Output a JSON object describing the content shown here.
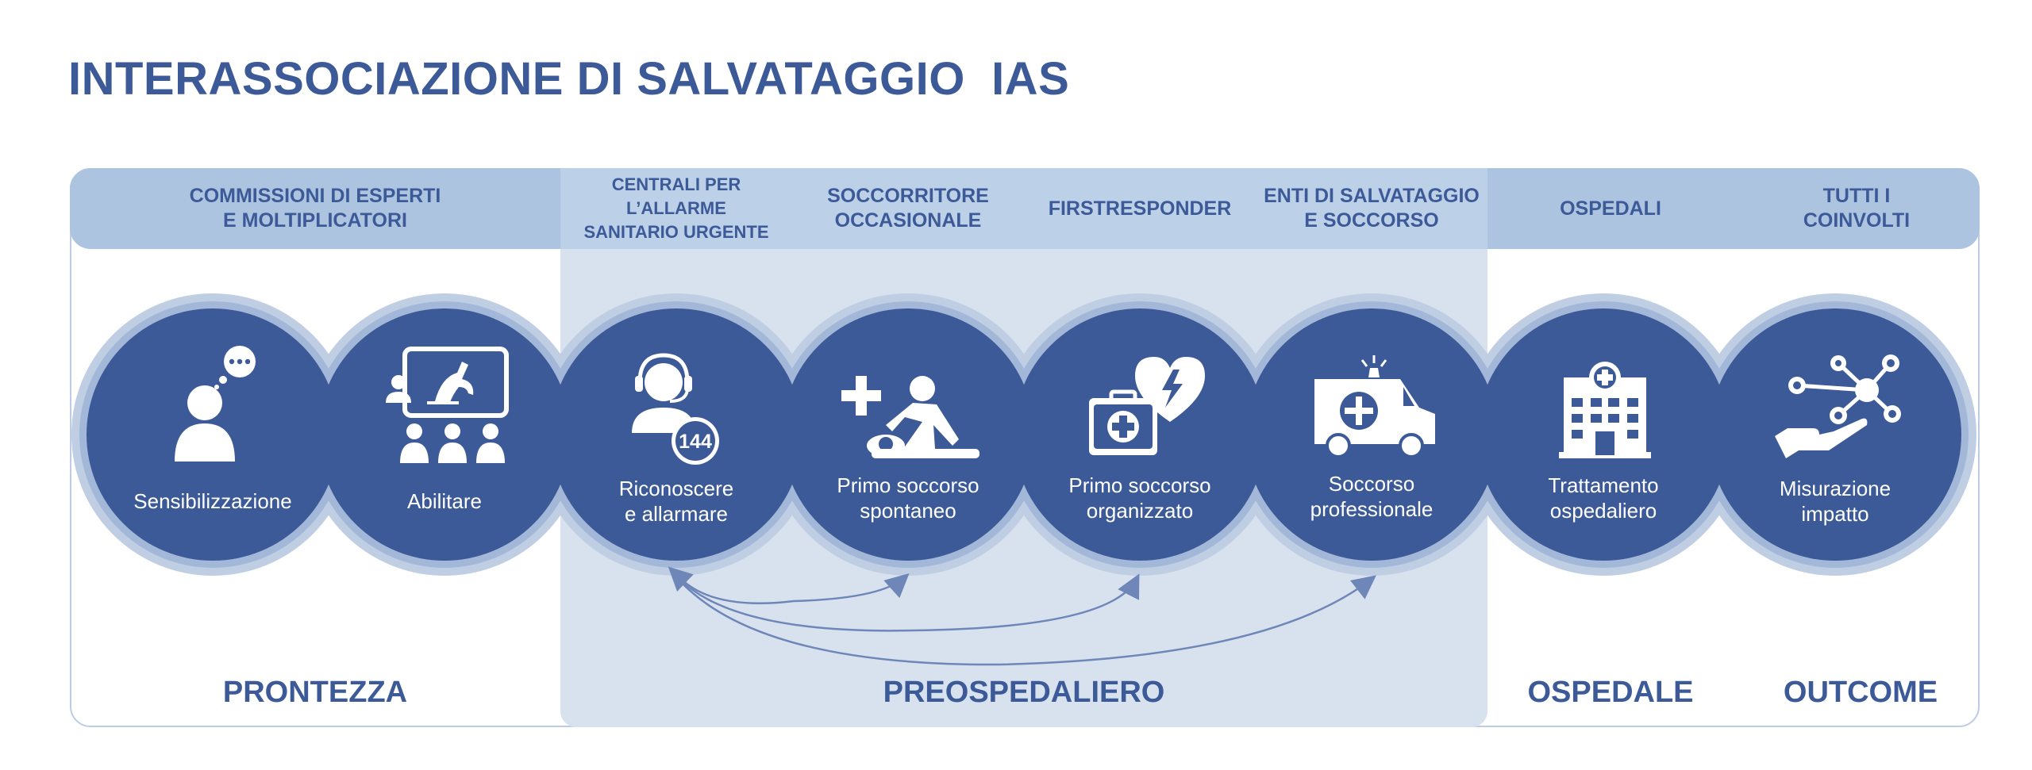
{
  "title": "INTERASSOCIAZIONE DI SALVATAGGIO  IAS",
  "headers": [
    "COMMISSIONI DI ESPERTI\nE MOLTIPLICATORI",
    "CENTRALI PER L’ALLARME\nSANITARIO URGENTE",
    "SOCCORRITORE\nOCCASIONALE",
    "FIRSTRESPONDER",
    "ENTI DI SALVATAGGIO\nE SOCCORSO",
    "OSPEDALI",
    "TUTTI I\nCOINVOLTI"
  ],
  "steps": [
    {
      "label": "Sensibilizzazione",
      "icon": "person-speech-icon"
    },
    {
      "label": "Abilitare",
      "icon": "training-screen-icon"
    },
    {
      "label": "Riconoscere\ne allarmare",
      "icon": "operator-headset-icon",
      "badge": "144"
    },
    {
      "label": "Primo soccorso\nspontaneo",
      "icon": "cpr-icon"
    },
    {
      "label": "Primo soccorso\norganizzato",
      "icon": "first-aid-defibrillator-icon"
    },
    {
      "label": "Soccorso\nprofessionale",
      "icon": "ambulance-icon"
    },
    {
      "label": "Trattamento\nospedaliero",
      "icon": "hospital-icon"
    },
    {
      "label": "Misurazione\nimpatto",
      "icon": "network-hand-icon"
    }
  ],
  "phases": [
    "PRONTEZZA",
    "PREOSPEDALIERO",
    "OSPEDALE",
    "OUTCOME"
  ],
  "colors": {
    "primary": "#3c5a97",
    "band": "#adc4e0",
    "preosp": "#d8e2ef",
    "arrow": "#6e86b8"
  }
}
